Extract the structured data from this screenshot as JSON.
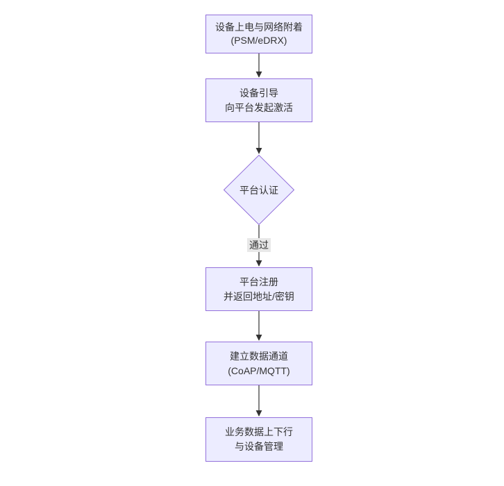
{
  "diagram": {
    "type": "flowchart-top-down",
    "nodes": [
      {
        "id": "power-attach",
        "shape": "rect",
        "line1": "设备上电与网络附着",
        "line2": "(PSM/eDRX)"
      },
      {
        "id": "bootstrap",
        "shape": "rect",
        "line1": "设备引导",
        "line2": "向平台发起激活"
      },
      {
        "id": "platform-auth",
        "shape": "diamond",
        "label": "平台认证"
      },
      {
        "id": "register",
        "shape": "rect",
        "line1": "平台注册",
        "line2": "并返回地址/密钥"
      },
      {
        "id": "data-channel",
        "shape": "rect",
        "line1": "建立数据通道",
        "line2": "(CoAP/MQTT)"
      },
      {
        "id": "business-data",
        "shape": "rect",
        "line1": "业务数据上下行",
        "line2": "与设备管理"
      }
    ],
    "edges": [
      {
        "from": "power-attach",
        "to": "bootstrap",
        "label": ""
      },
      {
        "from": "bootstrap",
        "to": "platform-auth",
        "label": ""
      },
      {
        "from": "platform-auth",
        "to": "register",
        "label": "通过"
      },
      {
        "from": "register",
        "to": "data-channel",
        "label": ""
      },
      {
        "from": "data-channel",
        "to": "business-data",
        "label": ""
      }
    ],
    "edge_label_pass": "通过"
  },
  "colors": {
    "node_fill": "#ECECFF",
    "node_border": "#9370DB",
    "text_color": "#333333",
    "edge_color": "#333333",
    "label_bg": "#e8e8e8"
  }
}
